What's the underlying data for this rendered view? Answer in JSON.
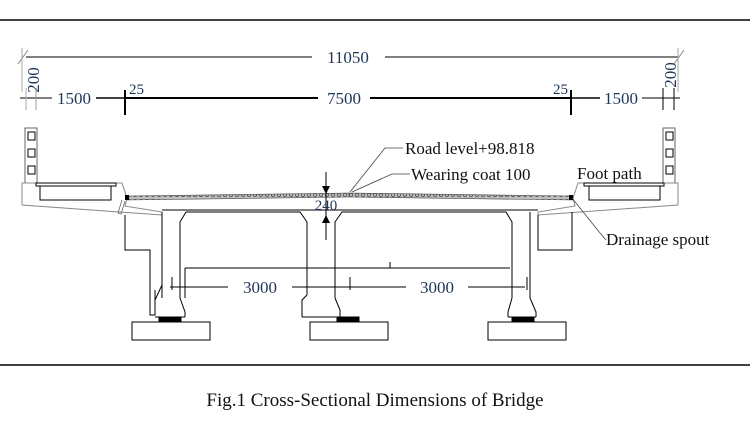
{
  "figure": {
    "caption": "Fig.1 Cross-Sectional Dimensions of Bridge",
    "subject": "Bridge cross-section with three T-girders, deck slab, footpaths and railings"
  },
  "dimensions": {
    "overall_width": "11050",
    "carriageway": "7500",
    "footpath_left": "1500",
    "footpath_right": "1500",
    "kerb_left": "25",
    "kerb_right": "25",
    "railing_left": "200",
    "railing_right": "200",
    "deck_thickness": "240",
    "girder_spacing_left": "3000",
    "girder_spacing_right": "3000"
  },
  "labels": {
    "road_level": "Road level+98.818",
    "wearing_coat": "Wearing coat 100",
    "foot_path": "Foot path",
    "drainage_spout": "Drainage spout"
  },
  "colors": {
    "line": "#000000",
    "dimension_text": "#1d3557",
    "wearing_coat_fill": "#9a9a9a"
  }
}
